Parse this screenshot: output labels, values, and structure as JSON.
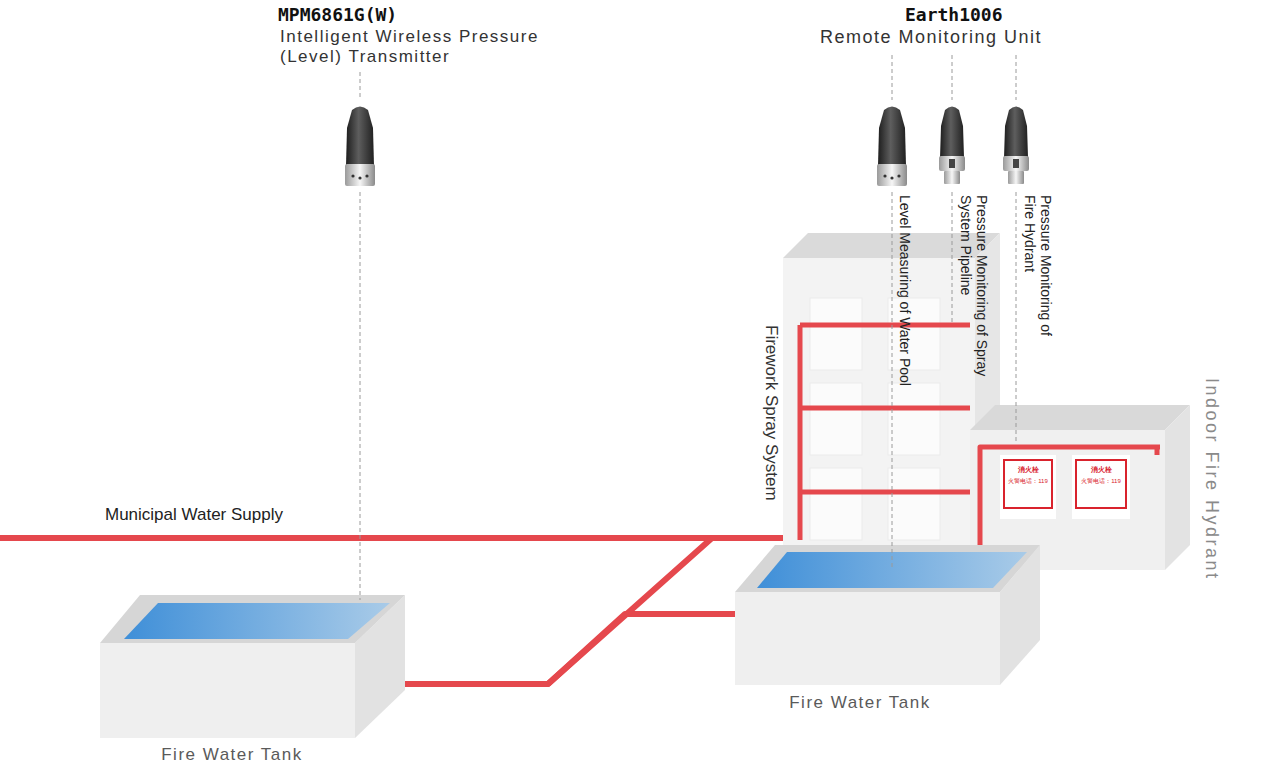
{
  "diagram": {
    "nodes": [
      {
        "text": [
          "Fire Water Tank"
        ]
      },
      {
        "text": [
          "Firework Spray System"
        ]
      },
      {
        "text": [
          "Indoor Fire Hydrant"
        ]
      },
      {
        "text": [
          "消火栓",
          "火警电话：119"
        ],
        "in": 2
      },
      {
        "text": [
          "消火栓",
          "火警电话：119"
        ],
        "in": 2
      },
      {
        "text": [
          "Fire Water Tank"
        ]
      }
    ],
    "edges": [
      {
        "from": 0,
        "to": 5,
        "arrow": "none"
      },
      {
        "from": 0,
        "to": 1,
        "arrow": "none"
      }
    ],
    "labels": [
      "MPM6861G(W)",
      "Intelligent Wireless Pressure (Level) Transmitter",
      "Earth1006",
      "Remote Monitoring Unit",
      "Level Measuring of Water Pool",
      "Pressure Monitoring of Spray System Pipeline",
      "Pressure Monitoring of Fire Hydrant",
      "Municipal Water Supply"
    ]
  }
}
